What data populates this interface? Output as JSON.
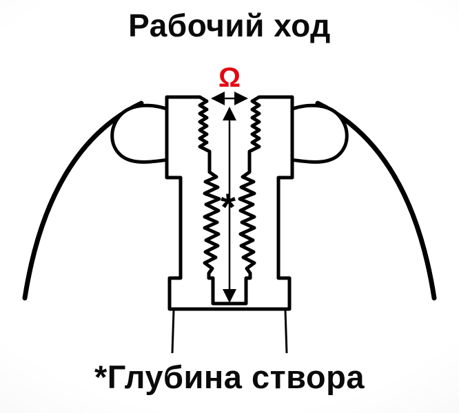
{
  "title": "Рабочий ход",
  "caption": "*Глубина створа",
  "diagram": {
    "omega_label": "Ω",
    "asterisk_label": "*",
    "accent_color": "#e30613",
    "line_color": "#000000"
  }
}
